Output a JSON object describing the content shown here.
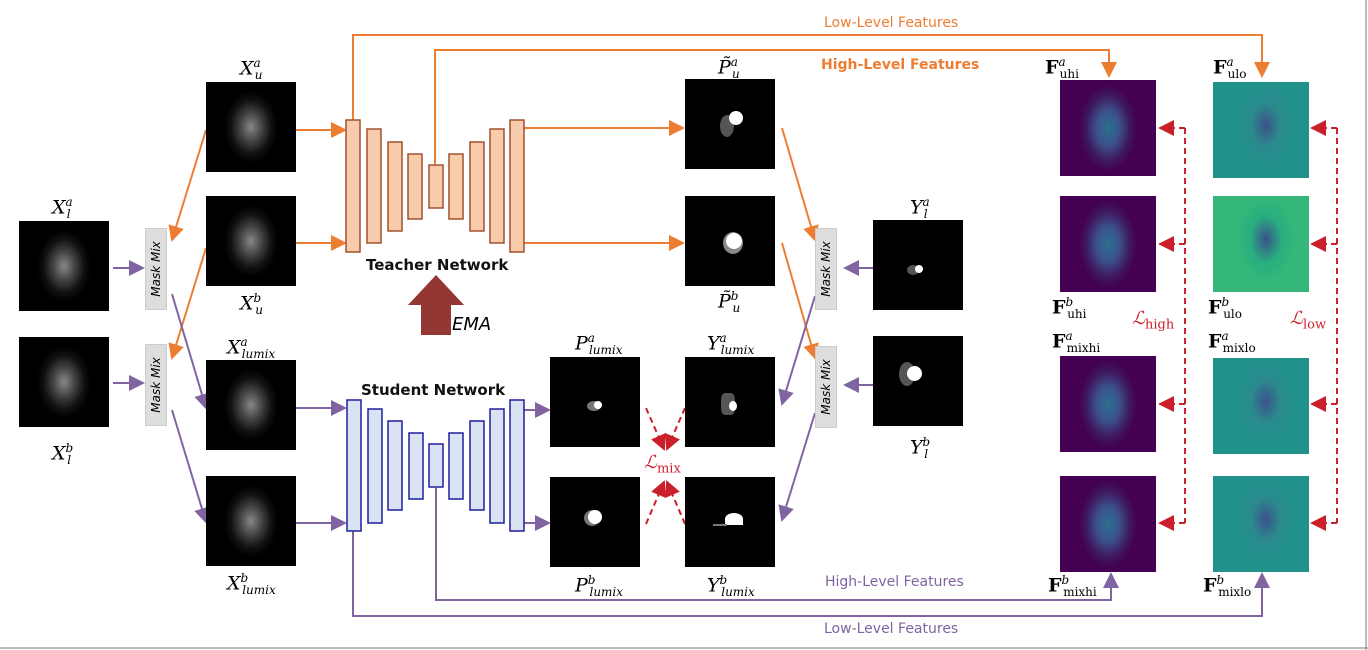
{
  "figure": {
    "inputs": {
      "xl_a": {
        "base": "X",
        "sub": "l",
        "sup": "a"
      },
      "xl_b": {
        "base": "X",
        "sub": "l",
        "sup": "b"
      },
      "xu_a": {
        "base": "X",
        "sub": "u",
        "sup": "a"
      },
      "xu_b": {
        "base": "X",
        "sub": "u",
        "sup": "b"
      },
      "xlumix_a": {
        "base": "X",
        "sub": "lumix",
        "sup": "a"
      },
      "xlumix_b": {
        "base": "X",
        "sub": "lumix",
        "sup": "b"
      }
    },
    "mask_mix_label": "Mask Mix",
    "teacher_label": "Teacher Network",
    "student_label": "Student Network",
    "ema_label": "EMA",
    "teacher_preds": {
      "pu_a": {
        "base": "P̃",
        "sub": "u",
        "sup": "a"
      },
      "pu_b": {
        "base": "P̃",
        "sub": "u",
        "sup": "b"
      }
    },
    "student_preds": {
      "plumix_a": {
        "base": "P",
        "sub": "lumix",
        "sup": "a"
      },
      "plumix_b": {
        "base": "P",
        "sub": "lumix",
        "sup": "b"
      }
    },
    "mixed_labels": {
      "ylumix_a": {
        "base": "Y",
        "sub": "lumix",
        "sup": "a"
      },
      "ylumix_b": {
        "base": "Y",
        "sub": "lumix",
        "sup": "b"
      }
    },
    "labels": {
      "yl_a": {
        "base": "Y",
        "sub": "l",
        "sup": "a"
      },
      "yl_b": {
        "base": "Y",
        "sub": "l",
        "sup": "b"
      }
    },
    "features": {
      "f_uhi_a": {
        "base": "F",
        "sub": "uhi",
        "sup": "a"
      },
      "f_uhi_b": {
        "base": "F",
        "sub": "uhi",
        "sup": "b"
      },
      "f_mixhi_a": {
        "base": "F",
        "sub": "mixhi",
        "sup": "a"
      },
      "f_mixhi_b": {
        "base": "F",
        "sub": "mixhi",
        "sup": "b"
      },
      "f_ulo_a": {
        "base": "F",
        "sub": "ulo",
        "sup": "a"
      },
      "f_ulo_b": {
        "base": "F",
        "sub": "ulo",
        "sup": "b"
      },
      "f_mixlo_a": {
        "base": "F",
        "sub": "mixlo",
        "sup": "a"
      },
      "f_mixlo_b": {
        "base": "F",
        "sub": "mixlo",
        "sup": "b"
      }
    },
    "losses": {
      "mix": {
        "base": "ℒ",
        "sub": "mix"
      },
      "high": {
        "base": "ℒ",
        "sub": "high"
      },
      "low": {
        "base": "ℒ",
        "sub": "low"
      }
    },
    "flows": {
      "teacher_low": "Low-Level Features",
      "teacher_high": "High-Level Features",
      "student_high": "High-Level Features",
      "student_low": "Low-Level Features"
    },
    "colors": {
      "teacher": "#ed7d31",
      "teacher_block_fill": "#f8cbad",
      "teacher_block_stroke": "#a0522d",
      "student": "#8064a2",
      "student_block_fill": "#dae3f3",
      "student_block_stroke": "#1f1f9f",
      "loss": "#cc1f2c",
      "ema_arrow": "#943634"
    }
  }
}
